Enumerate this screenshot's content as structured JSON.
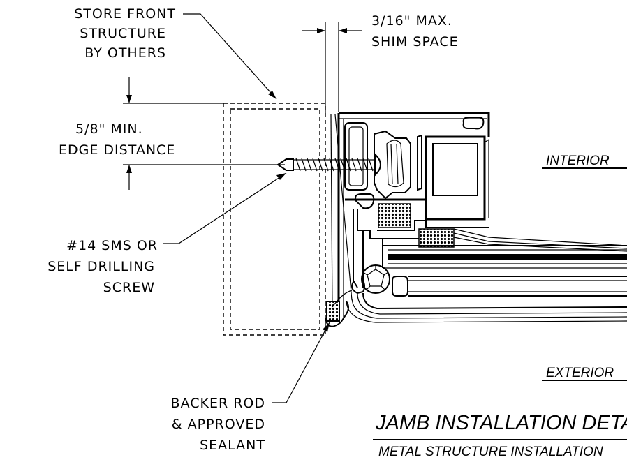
{
  "labels": {
    "store_front": [
      "STORE FRONT",
      "STRUCTURE",
      "BY OTHERS"
    ],
    "shim": [
      "3/16\" MAX.",
      "SHIM SPACE"
    ],
    "edge": [
      "5/8\" MIN.",
      "EDGE DISTANCE"
    ],
    "screw": [
      "#14 SMS OR",
      "SELF DRILLING",
      "SCREW"
    ],
    "backer": [
      "BACKER ROD",
      "& APPROVED",
      "SEALANT"
    ],
    "interior": "INTERIOR",
    "exterior": "EXTERIOR"
  },
  "title": {
    "main": "JAMB INSTALLATION DETAIL",
    "sub": "METAL STRUCTURE INSTALLATION"
  }
}
